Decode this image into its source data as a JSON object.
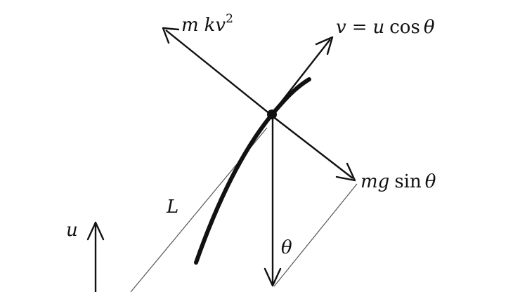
{
  "diagram": {
    "labels": {
      "drag": {
        "m": "m",
        "k": "k",
        "v": "v",
        "exp": "2"
      },
      "velocity": {
        "lhs": "v",
        "eq": "=",
        "u": "u",
        "cos": "cos",
        "theta": "θ"
      },
      "gravity": {
        "mg": "mg",
        "sin": "sin",
        "theta": "θ"
      },
      "length": "L",
      "speed_u": "u",
      "angle": "θ"
    },
    "colors": {
      "ink": "#111111",
      "thin_line": "#555555",
      "background": "#ffffff"
    }
  }
}
